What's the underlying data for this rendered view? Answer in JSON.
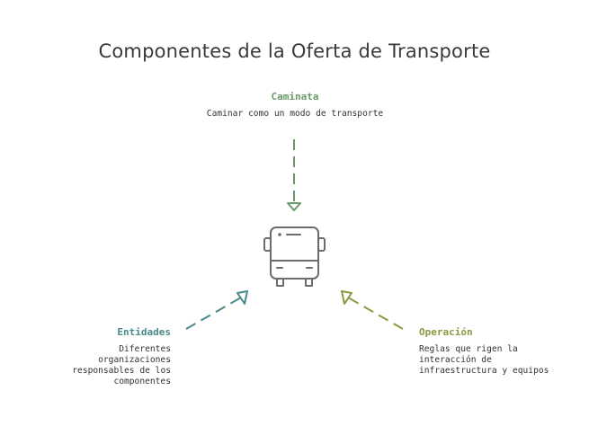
{
  "title": "Componentes de la Oferta de Transporte",
  "colors": {
    "caminata": "#6a9a6a",
    "entidades": "#4a8a8a",
    "operacion": "#8a9a40",
    "icon": "#6b6b72"
  },
  "center": {
    "icon": "bus-icon"
  },
  "nodes": {
    "caminata": {
      "title": "Caminata",
      "description": "Caminar como un modo de transporte"
    },
    "entidades": {
      "title": "Entidades",
      "description": "Diferentes organizaciones responsables de los componentes"
    },
    "operacion": {
      "title": "Operación",
      "description": "Reglas que rigen la interacción de infraestructura y equipos"
    }
  }
}
